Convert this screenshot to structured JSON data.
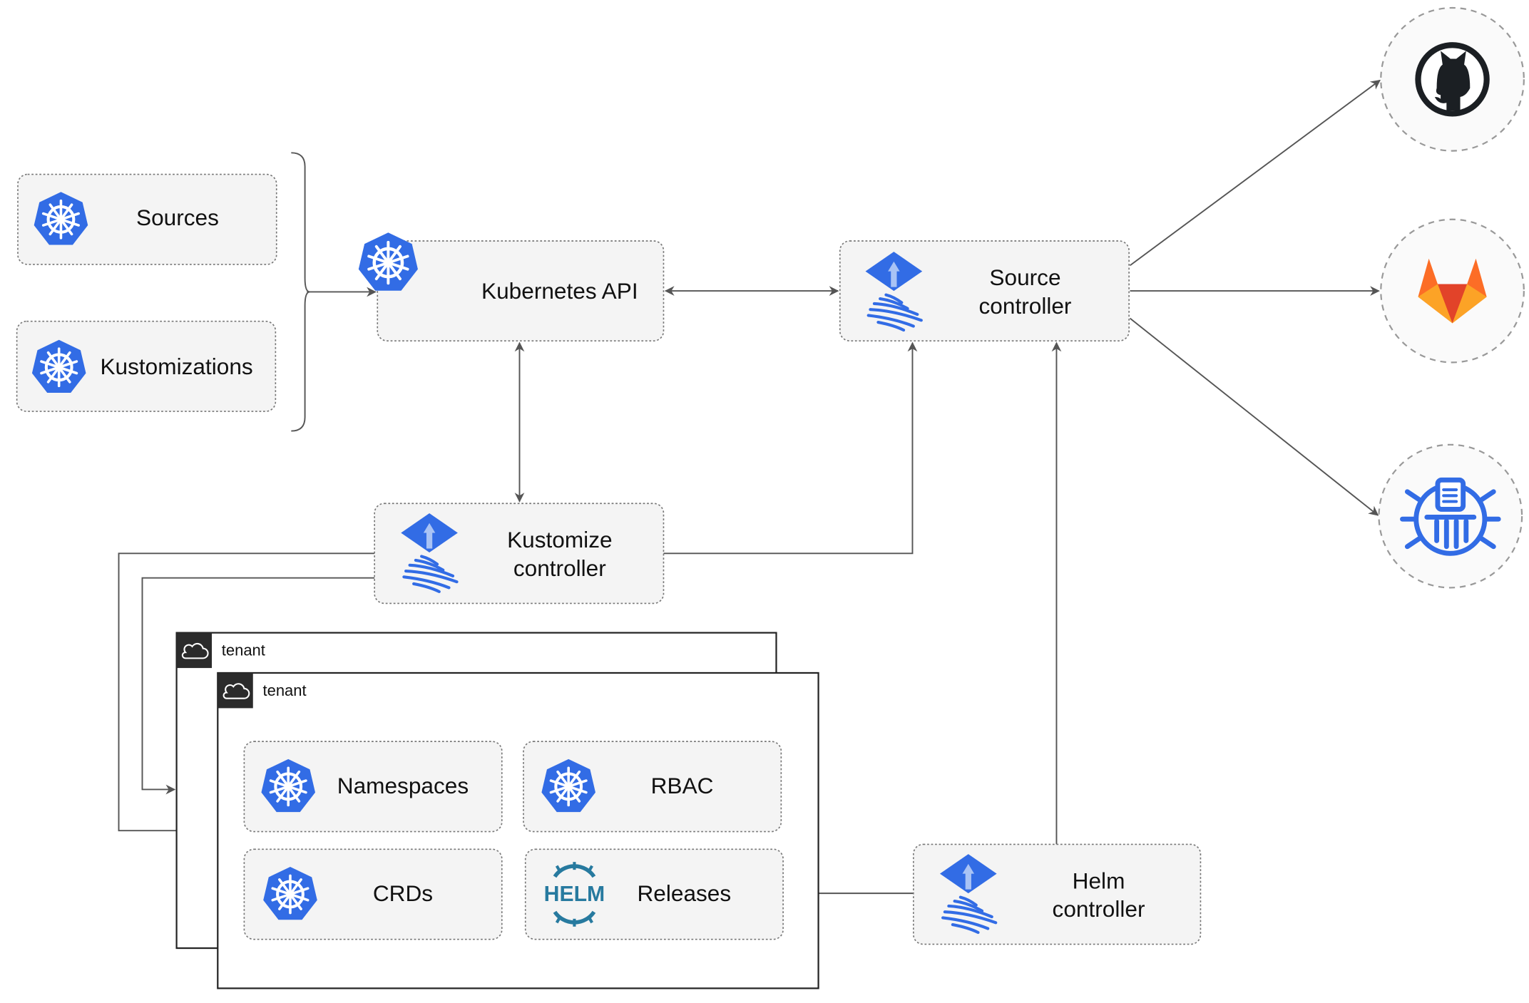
{
  "crd_boxes": {
    "sources": "Sources",
    "kustomizations": "Kustomizations"
  },
  "kubernetes_api": "Kubernetes API",
  "source_controller": [
    "Source",
    "controller"
  ],
  "kustomize_controller": [
    "Kustomize",
    "controller"
  ],
  "helm_controller": [
    "Helm",
    "controller"
  ],
  "tenants": [
    {
      "label": "tenant"
    },
    {
      "label": "tenant"
    }
  ],
  "tenant_resources": {
    "namespaces": "Namespaces",
    "rbac": "RBAC",
    "crds": "CRDs",
    "releases": "Releases",
    "helm_logo": "HELM"
  },
  "external_sources": [
    {
      "icon": "github-icon"
    },
    {
      "icon": "gitlab-icon"
    },
    {
      "icon": "bucket-icon"
    }
  ],
  "colors": {
    "kubernetes_blue": "#326ce5",
    "flux_blue": "#326ce5",
    "helm_blue": "#277a9f",
    "gitlab_orange": "#e24329",
    "github_dark": "#1b1f23"
  }
}
